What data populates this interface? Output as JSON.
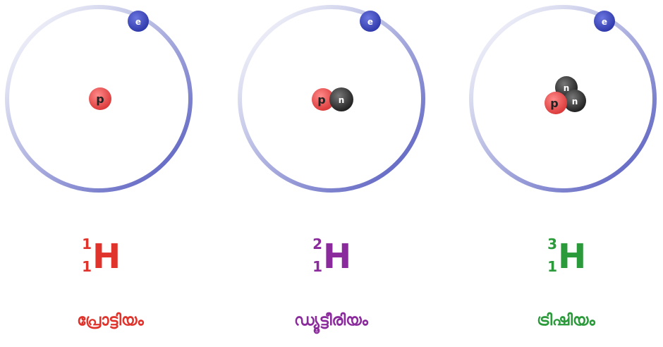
{
  "colors": {
    "orbit": "#5a5fc0",
    "electron": "#3a45b8",
    "proton": "#e84a4a",
    "neutron": "#333333"
  },
  "isotopes": [
    {
      "particle_labels": {
        "electron": "e",
        "proton": "p"
      },
      "mass_number": "1",
      "atomic_number": "1",
      "element": "H",
      "name": "പ്രോട്ടിയം",
      "color": "#e0332b"
    },
    {
      "particle_labels": {
        "electron": "e",
        "proton": "p",
        "neutron": "n"
      },
      "mass_number": "2",
      "atomic_number": "1",
      "element": "H",
      "name": "ഡ്യൂട്ടീരിയം",
      "color": "#8b2a9c"
    },
    {
      "particle_labels": {
        "electron": "e",
        "proton": "p",
        "neutron": "n"
      },
      "mass_number": "3",
      "atomic_number": "1",
      "element": "H",
      "name": "ട്രിഷിയം",
      "color": "#2a9a3a"
    }
  ]
}
